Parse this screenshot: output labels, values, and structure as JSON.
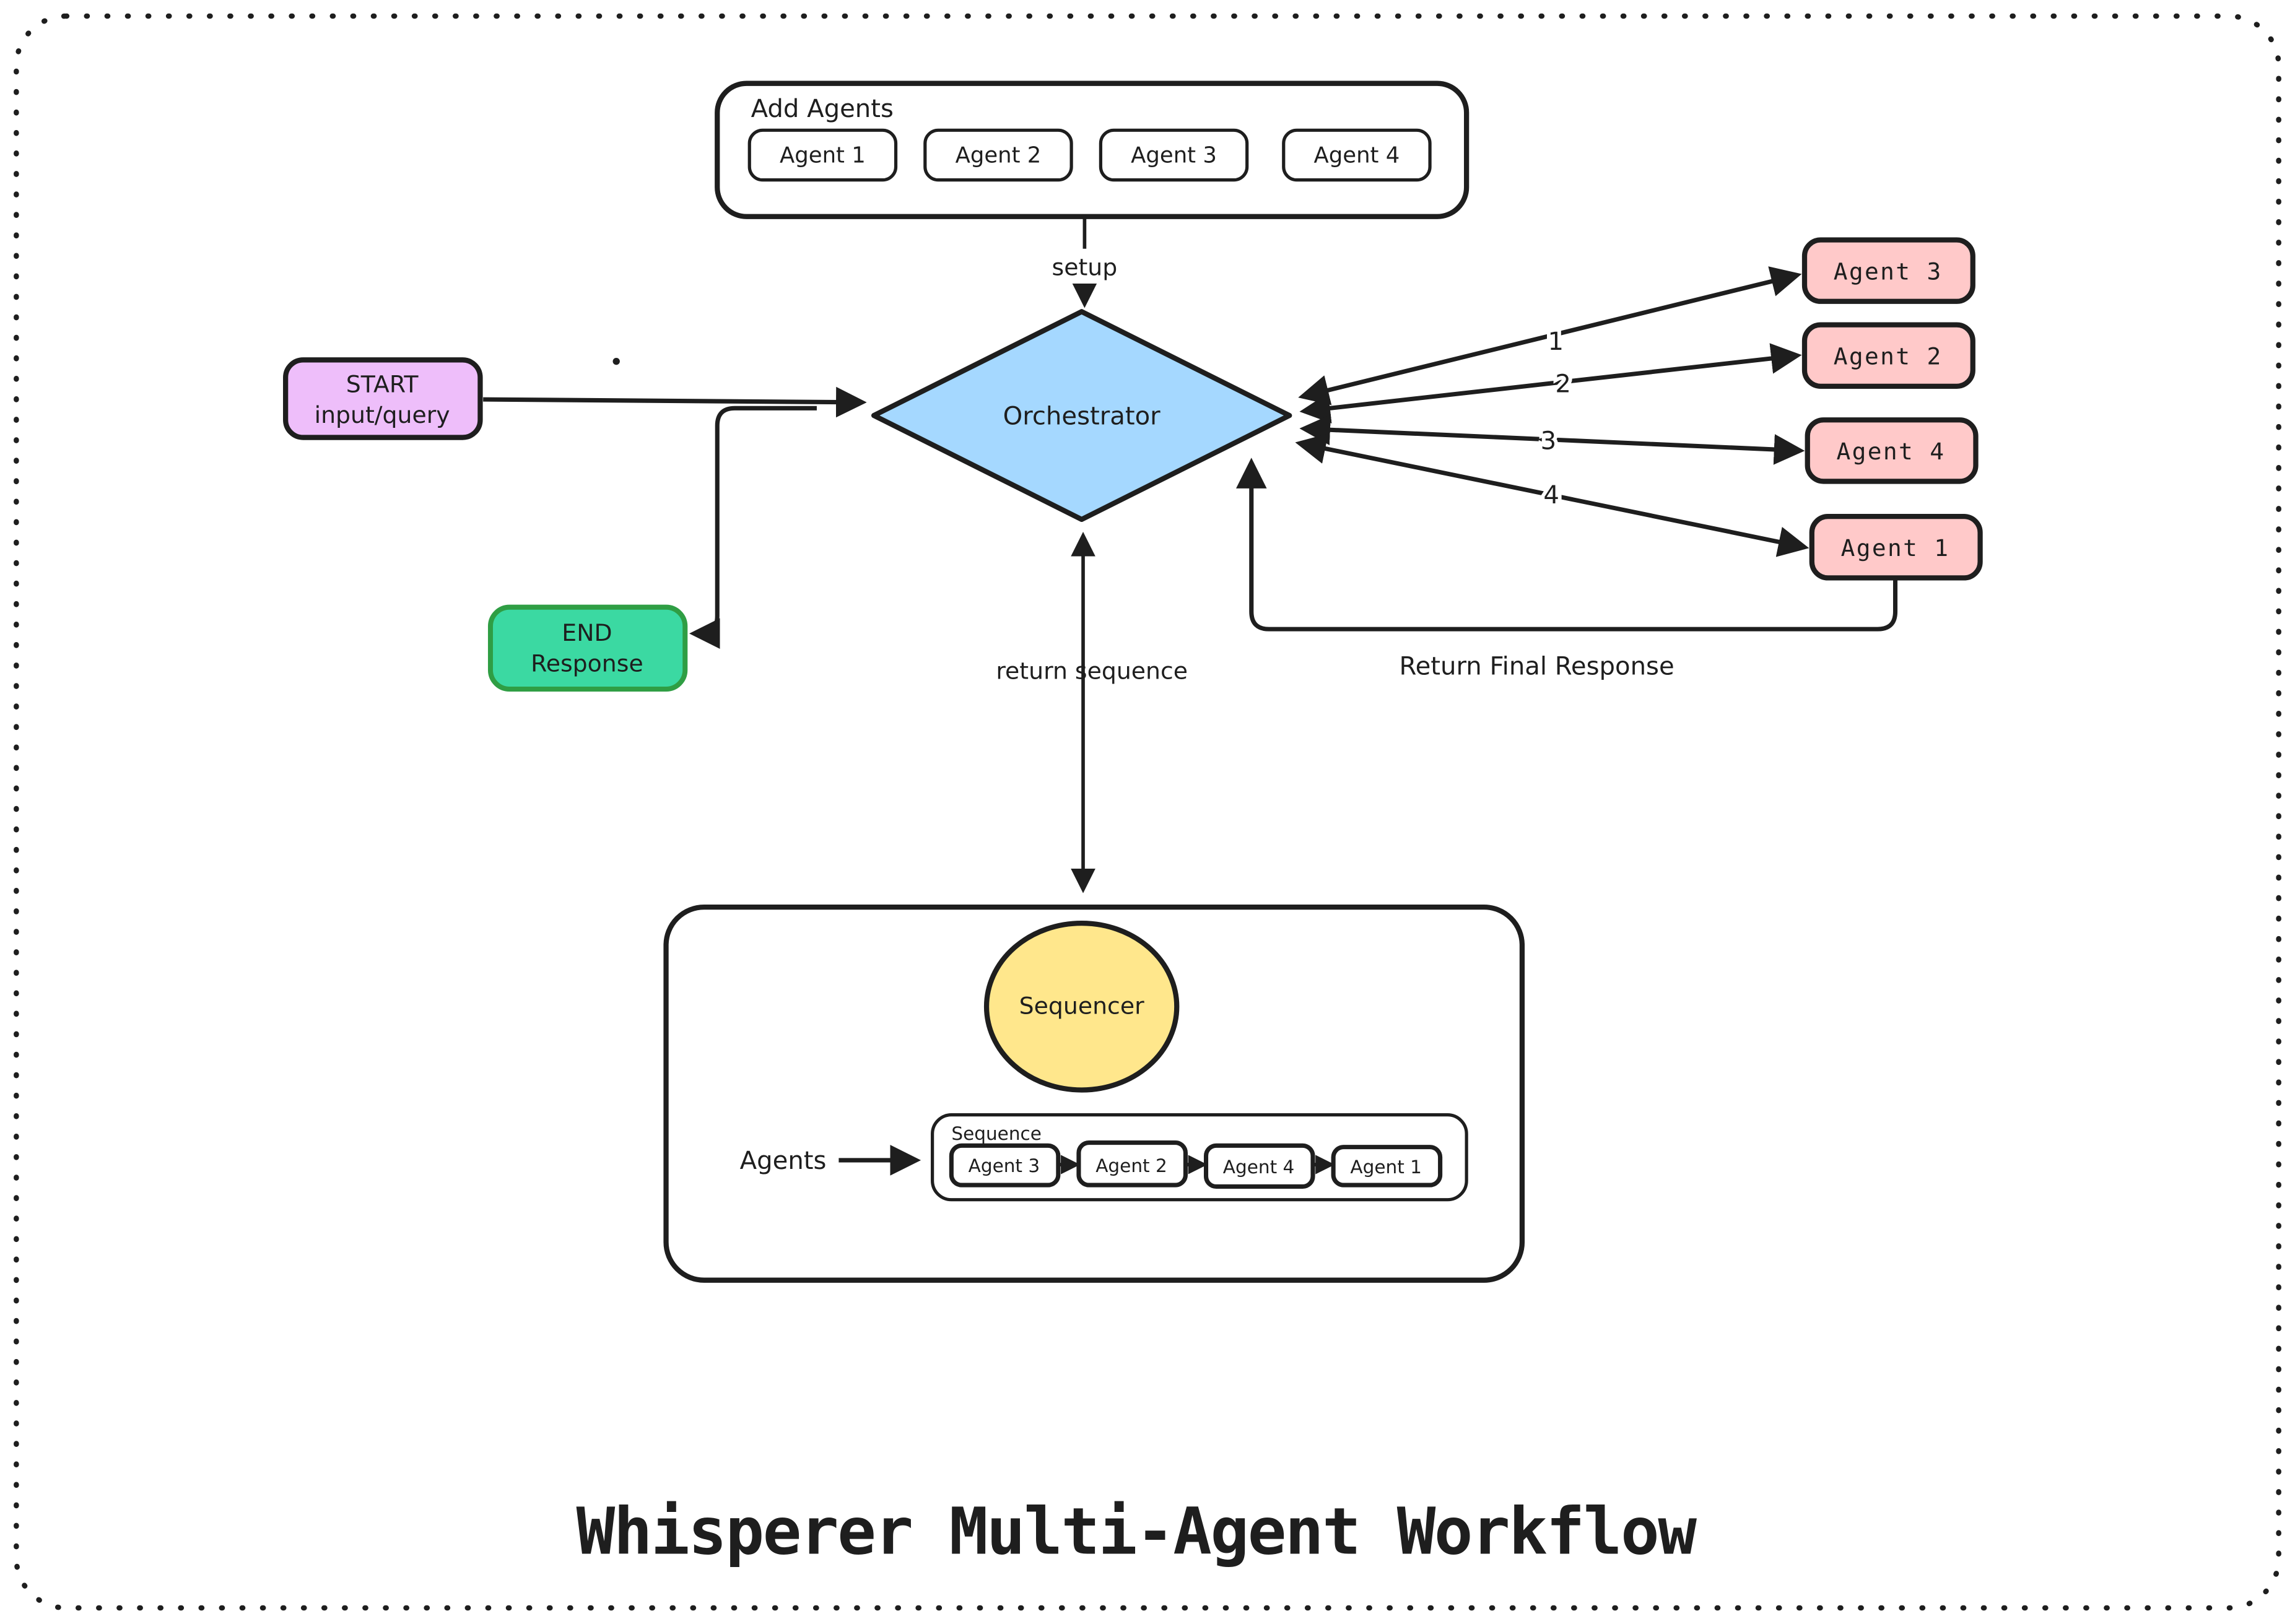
{
  "title": "Whisperer Multi-Agent Workflow",
  "colors": {
    "ink": "#1e1e1e",
    "orchestrator_fill": "#a5d8ff",
    "start_fill": "#eebefa",
    "end_fill": "#3bd9a2",
    "end_stroke": "#2f9e44",
    "agent_fill": "#ffc9c9",
    "sequencer_fill": "#ffe78c",
    "white": "#ffffff"
  },
  "add_agents": {
    "label": "Add Agents",
    "buttons": [
      "Agent 1",
      "Agent 2",
      "Agent 3",
      "Agent 4"
    ]
  },
  "setup_label": "setup",
  "orchestrator": {
    "label": "Orchestrator"
  },
  "start_node": {
    "line1": "START",
    "line2": "input/query"
  },
  "end_node": {
    "line1": "END",
    "line2": "Response"
  },
  "right_agents": [
    {
      "label": "Agent 3",
      "order": "1"
    },
    {
      "label": "Agent 2",
      "order": "2"
    },
    {
      "label": "Agent 4",
      "order": "3"
    },
    {
      "label": "Agent 1",
      "order": "4"
    }
  ],
  "return_final_label": "Return Final Response",
  "return_sequence_label": "return sequence",
  "sequencer": {
    "label": "Sequencer"
  },
  "sequence_panel": {
    "label": "Sequence",
    "agents_label": "Agents",
    "chips": [
      "Agent 3",
      "Agent 2",
      "Agent 4",
      "Agent 1"
    ]
  }
}
